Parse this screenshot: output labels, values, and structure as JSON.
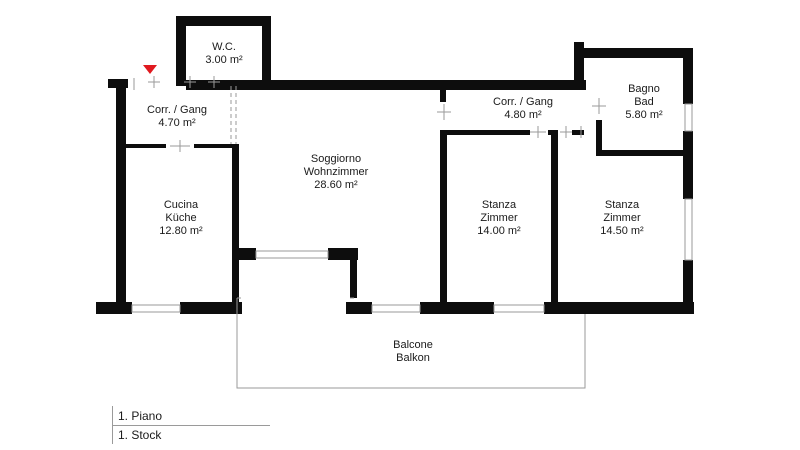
{
  "rooms": {
    "wc": {
      "name": "W.C.",
      "area": "3.00 m²"
    },
    "corr_left": {
      "name": "Corr. / Gang",
      "area": "4.70 m²"
    },
    "corr_right": {
      "name": "Corr. / Gang",
      "area": "4.80 m²"
    },
    "bagno": {
      "name_it": "Bagno",
      "name_de": "Bad",
      "area": "5.80 m²"
    },
    "soggiorno": {
      "name_it": "Soggiorno",
      "name_de": "Wohnzimmer",
      "area": "28.60 m²"
    },
    "cucina": {
      "name_it": "Cucina",
      "name_de": "Küche",
      "area": "12.80 m²"
    },
    "stanza1": {
      "name_it": "Stanza",
      "name_de": "Zimmer",
      "area": "14.00 m²"
    },
    "stanza2": {
      "name_it": "Stanza",
      "name_de": "Zimmer",
      "area": "14.50 m²"
    },
    "balcone": {
      "name_it": "Balcone",
      "name_de": "Balkon"
    }
  },
  "legend": {
    "floor_it": "1. Piano",
    "floor_de": "1. Stock"
  },
  "colors": {
    "wall": "#0d0d0d",
    "window": "#9a9a9a",
    "entrance_marker": "#e0191f"
  }
}
